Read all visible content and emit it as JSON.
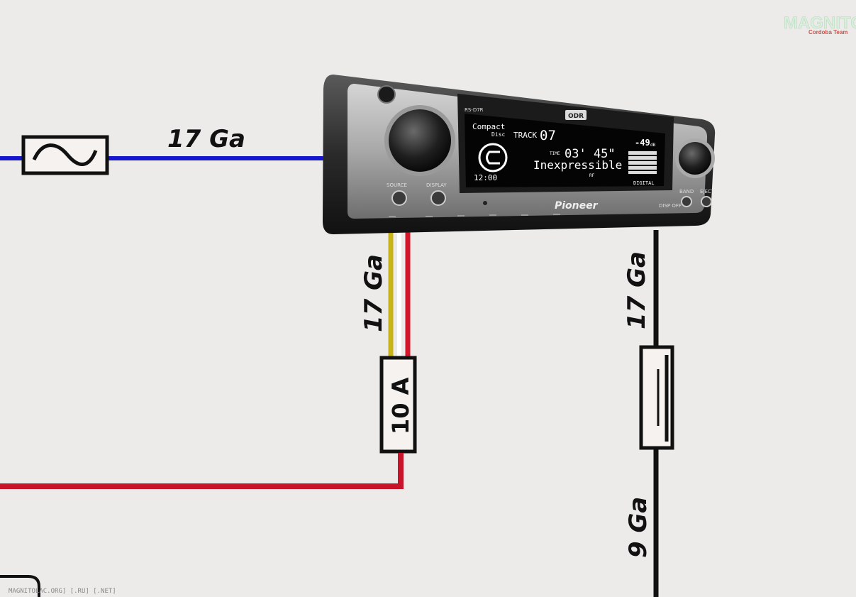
{
  "watermark": {
    "brand": "MAGNITOLA",
    "sub": "Cordoba Team"
  },
  "wires": {
    "top_left": {
      "gauge": "17 Ga",
      "color": "#1515d0"
    },
    "radio_bottom": {
      "gauge": "17 Ga",
      "colors": [
        "#c8b417",
        "#ffffff",
        "#d3162a"
      ]
    },
    "ground_top": {
      "gauge": "17 Ga",
      "color": "#111111"
    },
    "ground_bottom": {
      "gauge": "9 Ga",
      "color": "#111111"
    },
    "battery": {
      "color": "#c8142a"
    }
  },
  "fuse": {
    "rating": "10 A"
  },
  "radio": {
    "brand": "Pioneer",
    "model": "RS-D7R",
    "badge": "ODR",
    "buttons": {
      "source": "SOURCE",
      "display": "DISPLAY",
      "band": "BAND",
      "eject": "EJECT",
      "disp_off": "DISP OFF"
    },
    "lcd": {
      "mode_line1": "Compact",
      "mode_line2": "Disc",
      "track_label": "TRACK",
      "track_number": "07",
      "time_label": "TIME",
      "time_value": "03' 45\"",
      "title": "Inexpressible",
      "rf": "RF",
      "clock": "12:00",
      "level": "-49",
      "level_unit": "dB",
      "digital": "DIGITAL"
    }
  },
  "footer": "MAGNITOLAC.ORG] [.RU] [.NET]"
}
